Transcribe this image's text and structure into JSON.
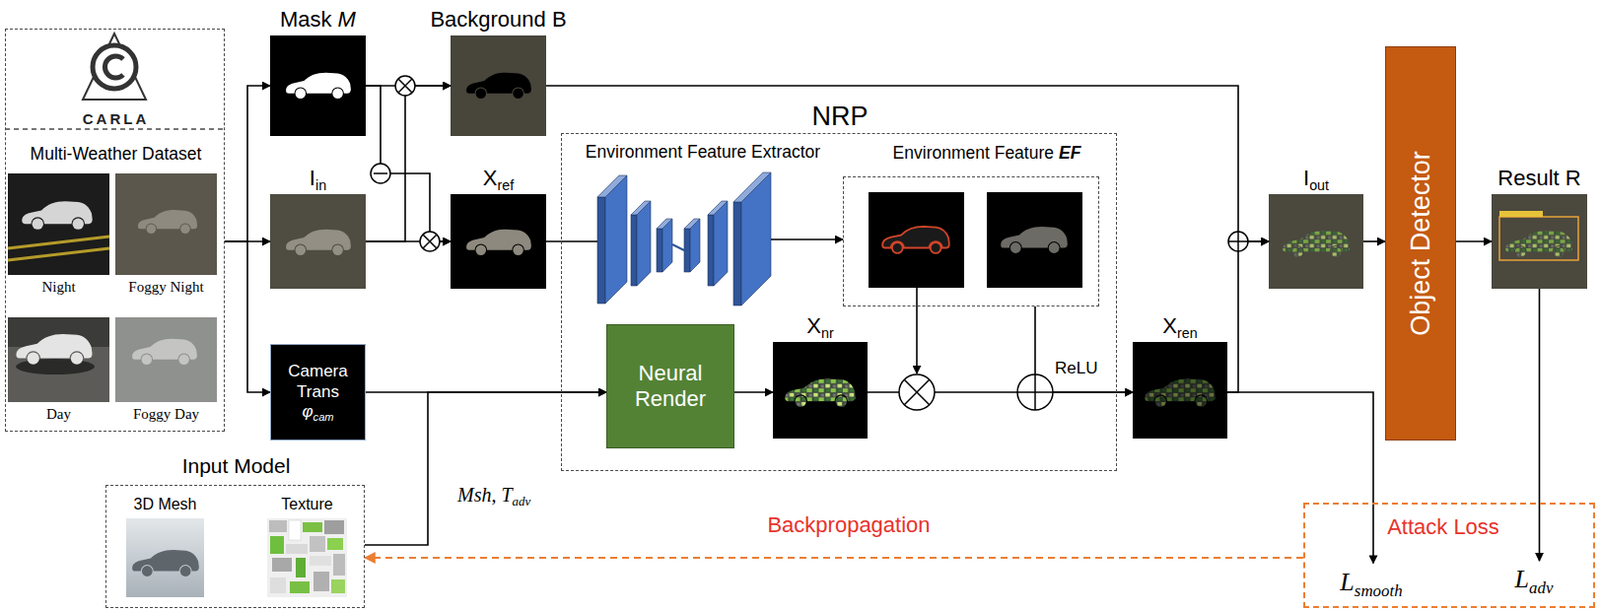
{
  "diagram": {
    "nodes": [
      {
        "text": [
          "CARLA",
          "Multi-Weather Dataset"
        ]
      },
      {
        "text": [
          "Night"
        ],
        "in": 0
      },
      {
        "text": [
          "Foggy Night"
        ],
        "in": 0
      },
      {
        "text": [
          "Day"
        ],
        "in": 0
      },
      {
        "text": [
          "Foggy Day"
        ],
        "in": 0
      },
      {
        "text": [
          "Mask",
          "M"
        ]
      },
      {
        "text": [
          "Background B"
        ]
      },
      {
        "text": [
          "I",
          "in"
        ]
      },
      {
        "text": [
          "X",
          "ref"
        ]
      },
      {
        "text": [
          "NRP"
        ]
      },
      {
        "text": [
          "Environment Feature Extractor"
        ],
        "in": 9
      },
      {
        "text": [
          "Environment Feature",
          "EF"
        ],
        "in": 9
      },
      {
        "text": [
          "Neural Render"
        ],
        "in": 9
      },
      {
        "text": [
          "X",
          "nr"
        ],
        "in": 9
      },
      {
        "text": [
          "Camera Trans",
          "φ",
          "cam"
        ]
      },
      {
        "text": [
          "X",
          "ren"
        ]
      },
      {
        "text": [
          "I",
          "out"
        ]
      },
      {
        "text": [
          "Object Detector"
        ]
      },
      {
        "text": [
          "Result R"
        ]
      },
      {
        "text": [
          "Input Model"
        ]
      },
      {
        "text": [
          "3D Mesh"
        ],
        "in": 19
      },
      {
        "text": [
          "Texture"
        ],
        "in": 19
      },
      {
        "text": [
          "Attack Loss"
        ]
      },
      {
        "text": [
          "L",
          "smooth"
        ],
        "in": 22
      },
      {
        "text": [
          "L",
          "adv"
        ],
        "in": 22
      }
    ],
    "edges": [
      {
        "from": 0,
        "to": 5,
        "arrow": "to"
      },
      {
        "from": 0,
        "to": 7,
        "arrow": "to"
      },
      {
        "from": 0,
        "to": 14,
        "arrow": "to"
      },
      {
        "from": 5,
        "to": 6,
        "arrow": "to"
      },
      {
        "from": 5,
        "to": 8,
        "arrow": "to"
      },
      {
        "from": 7,
        "to": 6,
        "arrow": "to"
      },
      {
        "from": 7,
        "to": 8,
        "arrow": "to"
      },
      {
        "from": 8,
        "to": 10,
        "arrow": "none"
      },
      {
        "from": 10,
        "to": 11,
        "arrow": "to"
      },
      {
        "from": 14,
        "to": 12,
        "arrow": "to"
      },
      {
        "from": 19,
        "to": 12,
        "label": "Msh, T",
        "arrow": "to"
      },
      {
        "from": 12,
        "to": 13,
        "arrow": "to"
      },
      {
        "from": 13,
        "to": 15,
        "label": "ReLU",
        "arrow": "to"
      },
      {
        "from": 11,
        "to": 15,
        "arrow": "to"
      },
      {
        "from": 6,
        "to": 16,
        "arrow": "to"
      },
      {
        "from": 15,
        "to": 16,
        "arrow": "to"
      },
      {
        "from": 16,
        "to": 17,
        "arrow": "to"
      },
      {
        "from": 17,
        "to": 18,
        "arrow": "to"
      },
      {
        "from": 15,
        "to": 23,
        "arrow": "to"
      },
      {
        "from": 18,
        "to": 24,
        "arrow": "to"
      },
      {
        "from": 22,
        "to": 19,
        "label": "Backpropagation",
        "arrow": "to"
      }
    ],
    "labels": [
      "adv"
    ]
  }
}
